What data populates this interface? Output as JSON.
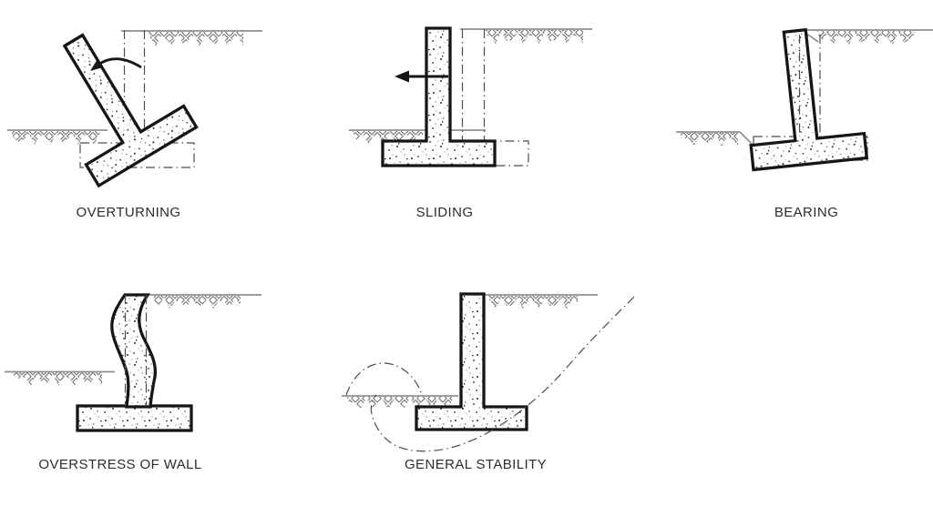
{
  "figure": {
    "background": "#ffffff",
    "colors": {
      "background": "#ffffff",
      "wall_outline": "#161616",
      "ground_line": "#8f8f8f",
      "dash_dot": "#4d4d4d",
      "hatch": "#6e6e6e",
      "arrow": "#161616",
      "text": "#2d2d2d"
    },
    "panels": [
      {
        "id": "overturning",
        "label": "OVERTURNING",
        "glyphs": [
          "tilted-retaining-wall",
          "rotation-arrow",
          "soil-hatch",
          "original-position-dash-dot"
        ]
      },
      {
        "id": "sliding",
        "label": "SLIDING",
        "glyphs": [
          "shifted-retaining-wall",
          "leftward-arrow",
          "soil-hatch",
          "original-position-dash-dot"
        ]
      },
      {
        "id": "bearing",
        "label": "BEARING",
        "glyphs": [
          "settled-tilted-retaining-wall",
          "soil-hatch",
          "original-position-dash-dot"
        ]
      },
      {
        "id": "overstress_of_wall",
        "label": "OVERSTRESS OF WALL",
        "glyphs": [
          "buckled-stem-retaining-wall",
          "soil-hatch",
          "original-stem-dash-dot"
        ]
      },
      {
        "id": "general_stability",
        "label": "GENERAL STABILITY",
        "glyphs": [
          "retaining-wall",
          "slip-circle-curve",
          "heave-mound",
          "soil-hatch"
        ]
      }
    ]
  }
}
